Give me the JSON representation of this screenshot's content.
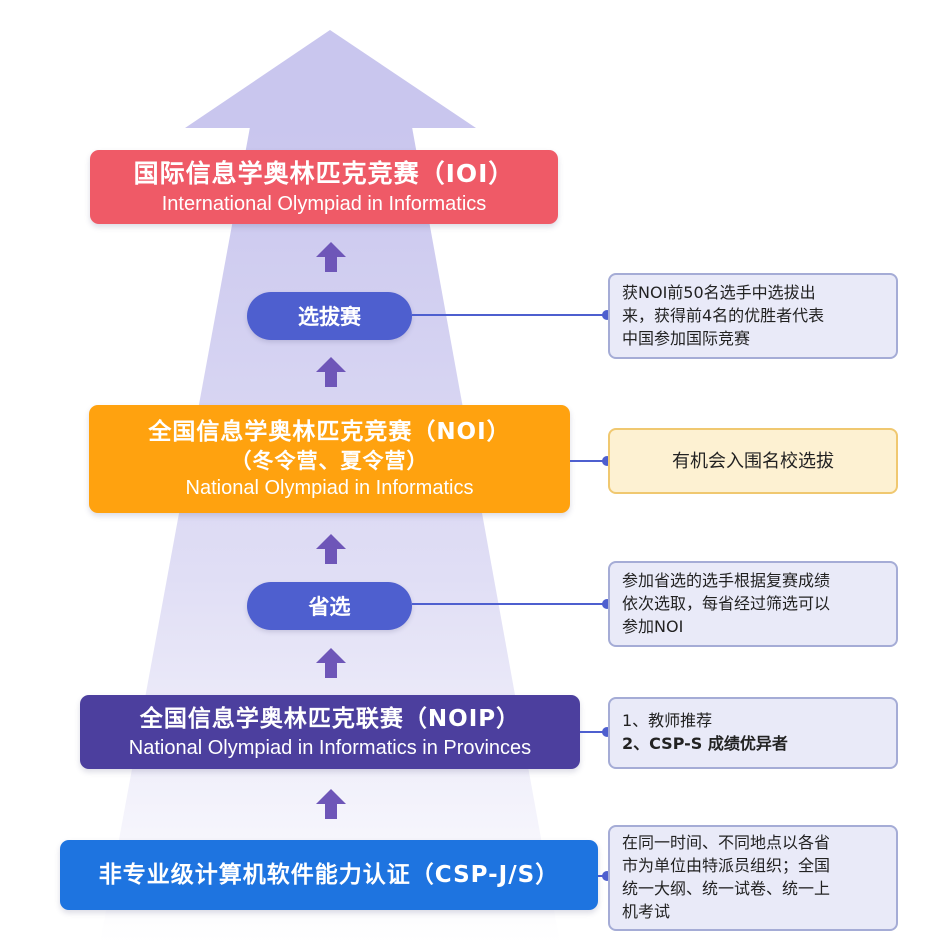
{
  "colors": {
    "red": "#ef5a67",
    "orange": "#ffa20f",
    "purple": "#4c3f9e",
    "blue": "#1e74e0",
    "pill": "#4e5fcf",
    "arrow": "#6e56b8",
    "note_bg": "#e9eaf8",
    "note_yellow_bg": "#fdf1d2"
  },
  "levels": {
    "ioi": {
      "title_zh": "国际信息学奥林匹克竞赛（IOI）",
      "title_en": "International Olympiad in Informatics"
    },
    "selection": {
      "label": "选拔赛"
    },
    "noi": {
      "title_zh": "全国信息学奥林匹克竞赛（NOI）",
      "subtitle_zh": "（冬令营、夏令营）",
      "title_en": "National Olympiad in Informatics"
    },
    "provincial": {
      "label": "省选"
    },
    "noip": {
      "title_zh": "全国信息学奥林匹克联赛（NOIP）",
      "title_en": "National Olympiad in Informatics in Provinces"
    },
    "csp": {
      "title_zh": "非专业级计算机软件能力认证（CSP-J/S）"
    }
  },
  "notes": {
    "selection": [
      "获NOI前50名选手中选拔出",
      "来，获得前4名的优胜者代表",
      "中国参加国际竞赛"
    ],
    "noi": [
      "有机会入围名校选拔"
    ],
    "provincial": [
      "参加省选的选手根据复赛成绩",
      "依次选取，每省经过筛选可以",
      "参加NOI"
    ],
    "noip": [
      "1、教师推荐",
      "2、CSP-S 成绩优异者"
    ],
    "csp": [
      "在同一时间、不同地点以各省",
      "市为单位由特派员组织；全国",
      "统一大纲、统一试卷、统一上",
      "机考试"
    ]
  },
  "icons": {
    "arrow": "up-arrow-icon",
    "big_arrow": "big-up-arrow-icon"
  }
}
